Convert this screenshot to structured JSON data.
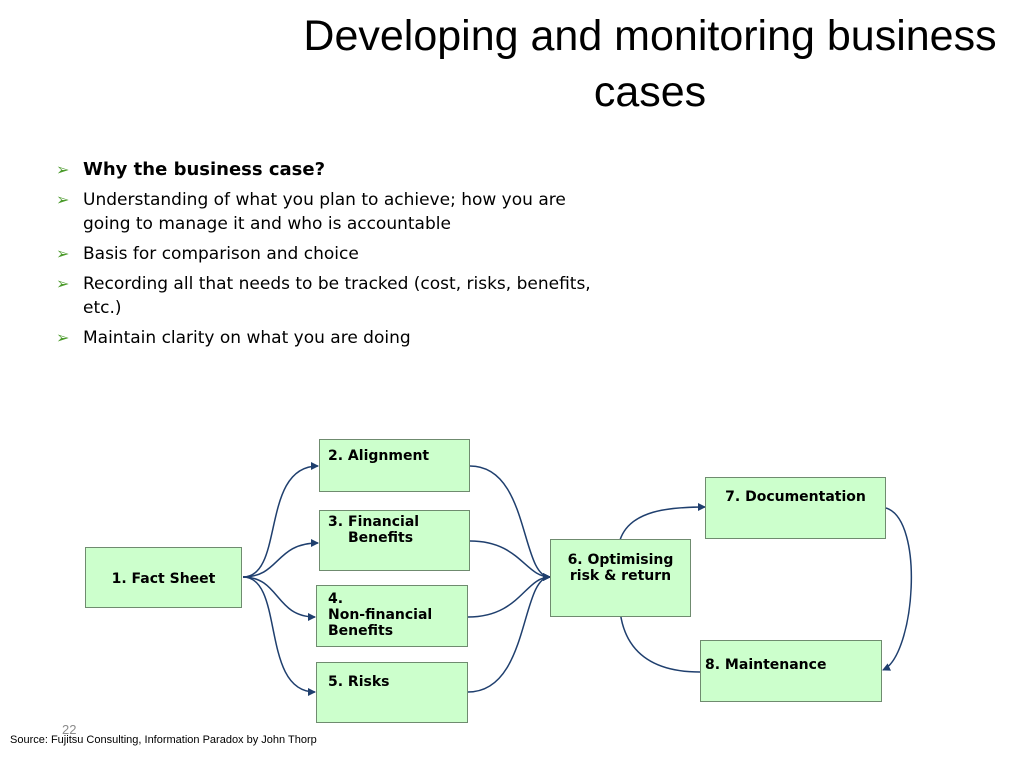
{
  "title": "Developing and monitoring business cases",
  "bullets": [
    "Why the business case?",
    "Understanding of what you plan to achieve;  how you are going to manage it and who is accountable",
    "Basis for comparison and choice",
    "Recording all that needs to be tracked (cost, risks, benefits, etc.)",
    "Maintain clarity on what you are doing"
  ],
  "bullet_icon": "right-arrow-bullet-icon",
  "boxes": {
    "fact_sheet": "1. Fact Sheet",
    "alignment": "2. Alignment",
    "financial_num": "3.",
    "financial": "Financial Benefits",
    "nonfinancial_num": "4.",
    "nonfinancial": "Non-financial Benefits",
    "risks": "5. Risks",
    "optimising_1": "6. Optimising",
    "optimising_2": "risk & return",
    "documentation": "7. Documentation",
    "maintenance": "8. Maintenance"
  },
  "colors": {
    "box_fill": "#ccffcc",
    "box_border": "#6f8b6f",
    "arrow": "#1f3f6e",
    "bullet": "#4a9a2a"
  },
  "slide_number": "22",
  "source": "Source: Fujitsu Consulting, Information Paradox by John Thorp"
}
